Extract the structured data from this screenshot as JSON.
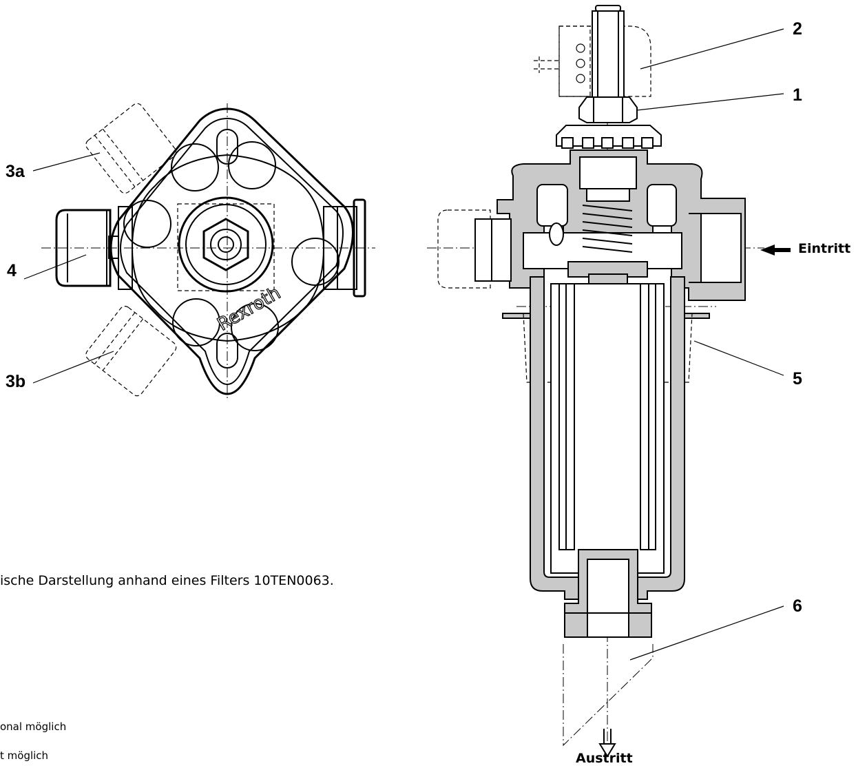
{
  "callouts": {
    "c3a": "3a",
    "c3b": "3b",
    "c4": "4",
    "c1": "1",
    "c2": "2",
    "c5": "5",
    "c6": "6"
  },
  "flow": {
    "inlet": "Eintritt",
    "outlet": "Austritt"
  },
  "brand": "Rexroth",
  "caption": "ische Darstellung anhand eines Filters 10TEN0063.",
  "notes": {
    "line1": "onal möglich",
    "line2": "t möglich"
  }
}
